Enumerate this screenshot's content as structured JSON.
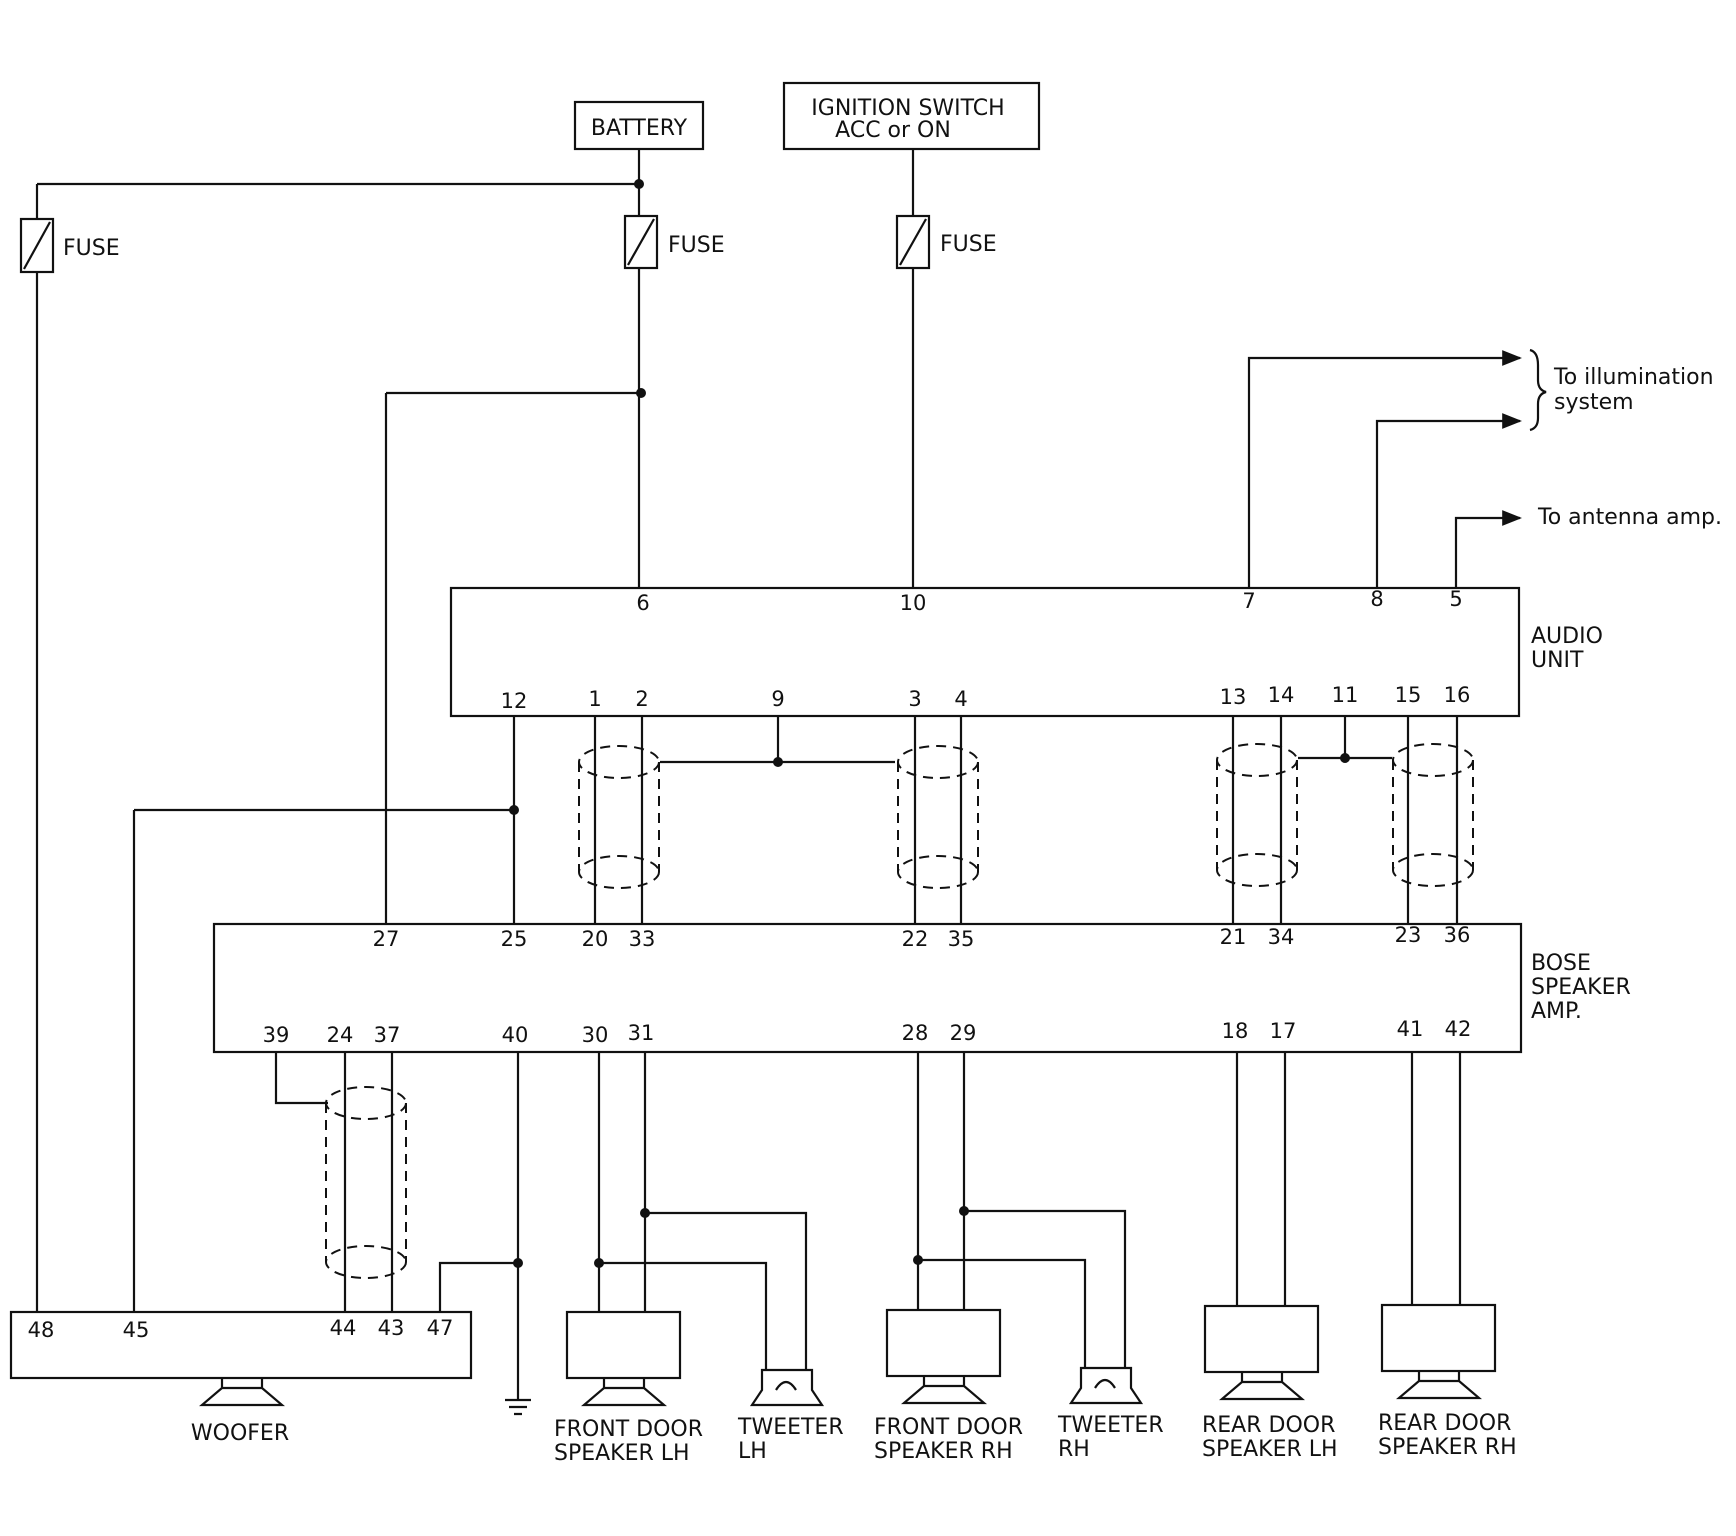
{
  "battery_label": "BATTERY",
  "ignition": {
    "line1": "IGNITION SWITCH",
    "line2": "ACC or ON"
  },
  "fuse_label": "FUSE",
  "illumination": {
    "line1": "To illumination",
    "line2": "system"
  },
  "antenna_label": "To antenna amp.",
  "audio_unit": {
    "line1": "AUDIO",
    "line2": "UNIT"
  },
  "bose_amp": {
    "line1": "BOSE",
    "line2": "SPEAKER",
    "line3": "AMP."
  },
  "audio_top_pins": [
    "6",
    "10",
    "7",
    "8",
    "5"
  ],
  "audio_bottom_pins": [
    "12",
    "1",
    "2",
    "9",
    "3",
    "4",
    "13",
    "14",
    "11",
    "15",
    "16"
  ],
  "amp_top_pins": [
    "27",
    "25",
    "20",
    "33",
    "22",
    "35",
    "21",
    "34",
    "23",
    "36"
  ],
  "amp_bottom_pins": [
    "39",
    "24",
    "37",
    "40",
    "30",
    "31",
    "28",
    "29",
    "18",
    "17",
    "41",
    "42"
  ],
  "woofer_pins": [
    "48",
    "45",
    "44",
    "43",
    "47"
  ],
  "woofer_label": "WOOFER",
  "front_lh": {
    "line1": "FRONT DOOR",
    "line2": "SPEAKER LH"
  },
  "tweeter_lh": {
    "line1": "TWEETER",
    "line2": "LH"
  },
  "front_rh": {
    "line1": "FRONT DOOR",
    "line2": "SPEAKER RH"
  },
  "tweeter_rh": {
    "line1": "TWEETER",
    "line2": "RH"
  },
  "rear_lh": {
    "line1": "REAR DOOR",
    "line2": "SPEAKER LH"
  },
  "rear_rh": {
    "line1": "REAR DOOR",
    "line2": "SPEAKER RH"
  }
}
